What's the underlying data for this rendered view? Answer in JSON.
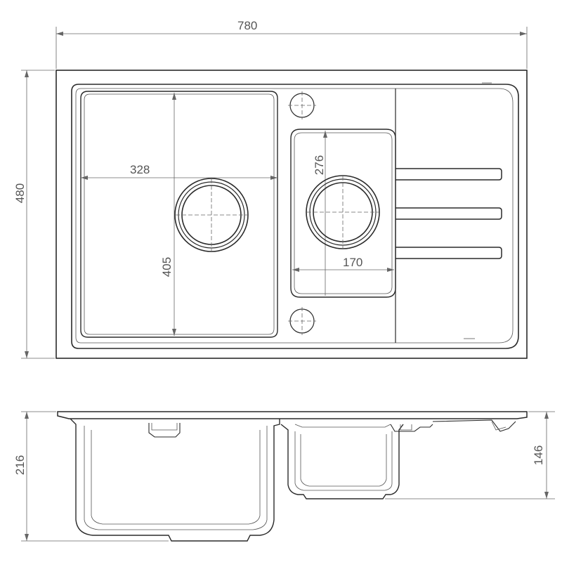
{
  "drawing": {
    "dimensions": {
      "overall_width": "780",
      "overall_depth": "480",
      "main_bowl_width": "328",
      "main_bowl_depth": "405",
      "small_bowl_depth": "276",
      "small_bowl_width": "170",
      "main_bowl_height": "216",
      "small_bowl_height": "146"
    }
  }
}
